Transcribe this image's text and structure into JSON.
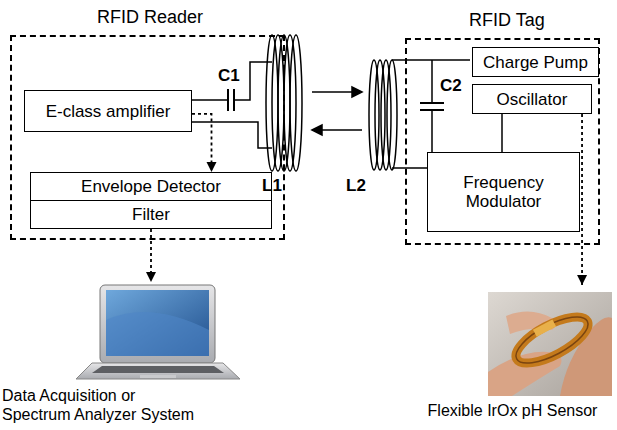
{
  "diagram": {
    "nodes": [
      {
        "text": [
          "RFID Reader"
        ]
      },
      {
        "text": [
          "E-class amplifier"
        ],
        "in": 0
      },
      {
        "text": [
          "Envelope Detector"
        ],
        "in": 0
      },
      {
        "text": [
          "Filter"
        ],
        "in": 0
      },
      {
        "text": [
          "RFID Tag"
        ]
      },
      {
        "text": [
          "Charge Pump"
        ],
        "in": 4
      },
      {
        "text": [
          "Oscillator"
        ],
        "in": 4
      },
      {
        "text": [
          "Frequency Modulator"
        ],
        "in": 4
      },
      {
        "text": [
          "Data Acquisition or Spectrum Analyzer System"
        ]
      },
      {
        "text": [
          "Flexible IrOx pH Sensor"
        ]
      }
    ],
    "edges": [
      {
        "from": 1,
        "to": 2,
        "arrow": "to"
      },
      {
        "from": 3,
        "to": 8,
        "arrow": "to"
      },
      {
        "from": 6,
        "to": 9,
        "arrow": "to"
      },
      {
        "from": 6,
        "to": 7,
        "arrow": "none"
      }
    ],
    "labels": [
      "C1",
      "L1",
      "C2",
      "L2"
    ]
  }
}
